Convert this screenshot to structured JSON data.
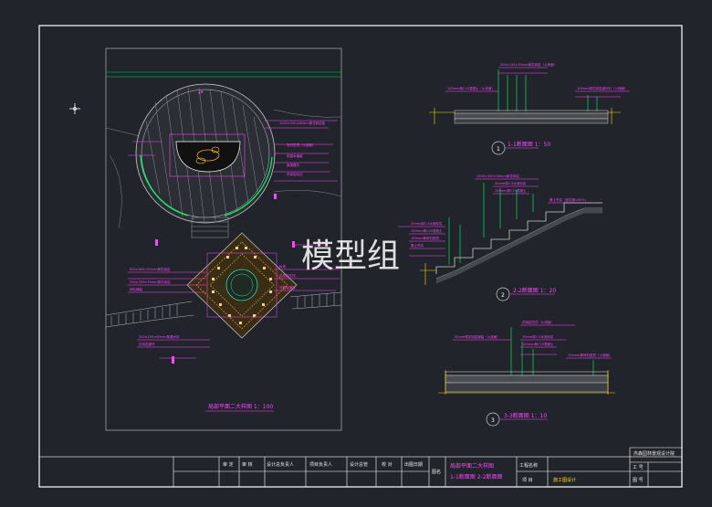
{
  "watermark": "模型组",
  "plan_title": "局部平面二大样图 1：100",
  "sections": {
    "s1": {
      "marker": "1",
      "title": "1-1断面图 1：50"
    },
    "s2": {
      "marker": "2",
      "title": "2-2断面图 1：20"
    },
    "s3": {
      "marker": "3",
      "title": "3-3断面图 1：10"
    }
  },
  "title_block": {
    "company": "杰森园林景观设计院",
    "cells": [
      "审 定",
      "审 核",
      "设计总负责人",
      "项目负责人",
      "设计总管",
      "校 对",
      "出图日期"
    ],
    "drawing_name_label": "图名",
    "drawing_name_line1": "局部平面二大样图",
    "drawing_name_line2": "1-1断面图  2-2断面图",
    "project_label": "工程名称",
    "item_label": "项 目",
    "stage": "施工图设计",
    "job_no_label": "工 号",
    "sheet_no_label": "图 号"
  },
  "colors": {
    "background": "#21242b",
    "frame": "#ffffff",
    "magenta": "#ff44ff",
    "green": "#00ff66",
    "yellow": "#ffdd00",
    "cyan": "#00ffff"
  }
}
